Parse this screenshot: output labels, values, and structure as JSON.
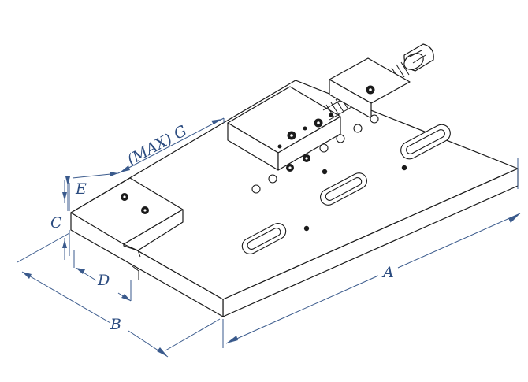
{
  "labels": {
    "A": "A",
    "B": "B",
    "C": "C",
    "D": "D",
    "E": "E",
    "G": "(MAX) G"
  },
  "colors": {
    "outline": "#1a1a1a",
    "dimension": "#3a5a8c"
  }
}
